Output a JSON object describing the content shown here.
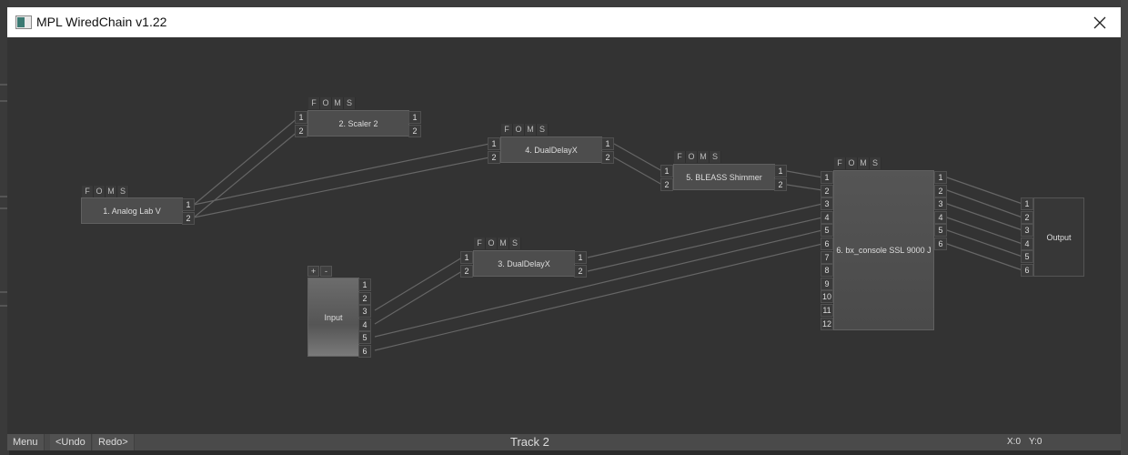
{
  "window": {
    "title": "MPL WiredChain v1.22",
    "close_icon": "close-x"
  },
  "foms": [
    "F",
    "O",
    "M",
    "S"
  ],
  "nodes": {
    "analog": {
      "label": "1. Analog Lab V",
      "outputs": [
        "1",
        "2"
      ]
    },
    "scaler": {
      "label": "2. Scaler 2",
      "inputs": [
        "1",
        "2"
      ],
      "outputs": [
        "1",
        "2"
      ]
    },
    "dualdelay4": {
      "label": "4. DualDelayX",
      "inputs": [
        "1",
        "2"
      ],
      "outputs": [
        "1",
        "2"
      ]
    },
    "shimmer": {
      "label": "5. BLEASS Shimmer",
      "inputs": [
        "1",
        "2"
      ],
      "outputs": [
        "1",
        "2"
      ]
    },
    "console": {
      "label": "6. bx_console SSL 9000 J",
      "inputs": [
        "1",
        "2",
        "3",
        "4",
        "5",
        "6",
        "7",
        "8",
        "9",
        "10",
        "11",
        "12"
      ],
      "outputs": [
        "1",
        "2",
        "3",
        "4",
        "5",
        "6"
      ]
    },
    "dualdelay3": {
      "label": "3. DualDelayX",
      "inputs": [
        "1",
        "2"
      ],
      "outputs": [
        "1",
        "2"
      ]
    },
    "input": {
      "label": "Input",
      "plus": "+",
      "minus": "-",
      "outputs": [
        "1",
        "2",
        "3",
        "4",
        "5",
        "6"
      ]
    },
    "output": {
      "label": "Output",
      "inputs": [
        "1",
        "2",
        "3",
        "4",
        "5",
        "6"
      ]
    }
  },
  "statusbar": {
    "menu": "Menu",
    "undo": "<Undo",
    "redo": "Redo>",
    "track": "Track 2",
    "x": "X:0",
    "y": "Y:0"
  },
  "colors": {
    "canvas": "#333333",
    "node": "#4d4d4d",
    "wire": "#6a6a6a",
    "titlebar": "#ffffff"
  }
}
